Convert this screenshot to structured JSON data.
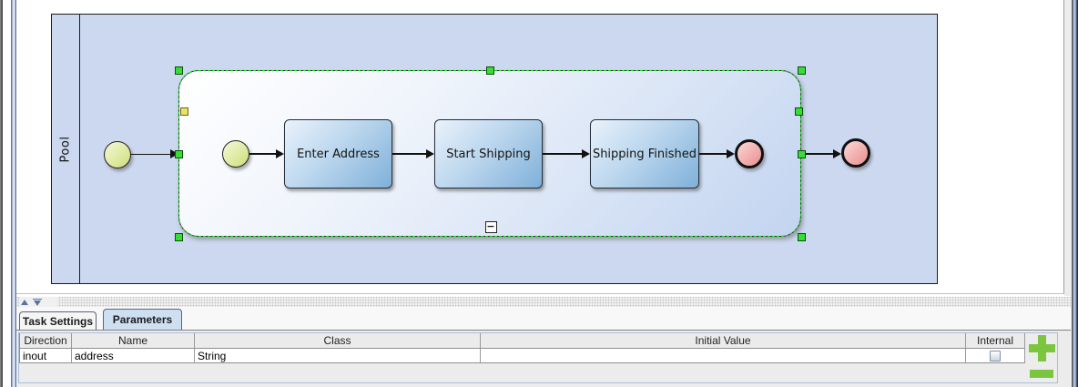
{
  "app": {
    "description": "BPMN process editor with pool diagram and parameters panel"
  },
  "diagram": {
    "pool_label": "Pool",
    "subprocess": {
      "selected": true,
      "collapse_button_glyph": "−"
    },
    "nodes": {
      "tasks": [
        {
          "label": "Enter Address"
        },
        {
          "label": "Start Shipping"
        },
        {
          "label": "Shipping Finished"
        }
      ],
      "events": [
        {
          "type": "start",
          "location": "pool"
        },
        {
          "type": "start",
          "location": "subprocess"
        },
        {
          "type": "end",
          "location": "subprocess"
        },
        {
          "type": "end",
          "location": "pool"
        }
      ]
    }
  },
  "bottom_panel": {
    "tabs": [
      {
        "label": "Task Settings",
        "selected": false
      },
      {
        "label": "Parameters",
        "selected": true
      }
    ],
    "parameters_table": {
      "columns": [
        "Direction",
        "Name",
        "Class",
        "Initial Value",
        "Internal"
      ],
      "rows": [
        {
          "direction": "inout",
          "name": "address",
          "class": "String",
          "initial_value": "",
          "internal_checked": false
        }
      ]
    },
    "add_button_glyph": "+",
    "remove_button_glyph": "−"
  },
  "colors": {
    "pool_fill": "#ccd8ef",
    "subprocess_fill_end": "#c2d4f0",
    "task_fill_top": "#e9f2fb",
    "task_fill_bottom": "#7fb0d9",
    "start_event_fill": "#cede78",
    "end_event_fill": "#f0a8a8",
    "selection_green": "#1fd41f",
    "anchor_handle_yellow": "#eae26a",
    "add_remove_green": "#7cc63f",
    "selected_tab_fill": "#cfdff2"
  }
}
